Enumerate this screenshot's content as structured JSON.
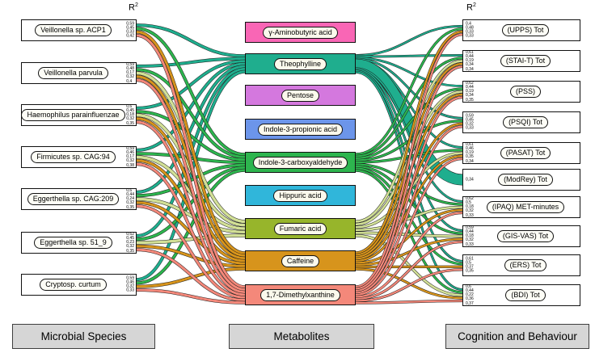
{
  "chart_data": {
    "type": "alluvial",
    "columns": [
      "Microbial Species",
      "Metabolites",
      "Cognition and Behaviour"
    ],
    "value_label": {
      "base": "R",
      "sup": "2"
    },
    "colors": {
      "footer_bg": "#d6d6d6",
      "node_bg": "#ffffff",
      "outline": "#111111"
    },
    "metabolites": [
      {
        "label": "γ-Aminobutyric acid",
        "color": "#f966b5",
        "ribbon": null
      },
      {
        "label": "Theophylline",
        "color": "#1fae8e",
        "ribbon": "#1fae8e"
      },
      {
        "label": "Pentose",
        "color": "#d478de",
        "ribbon": null
      },
      {
        "label": "Indole-3-propionic acid",
        "color": "#6c95ea",
        "ribbon": null
      },
      {
        "label": "Indole-3-carboxyaldehyde",
        "color": "#2db54e",
        "ribbon": "#2db54e"
      },
      {
        "label": "Hippuric acid",
        "color": "#30b6da",
        "ribbon": null
      },
      {
        "label": "Fumaric acid",
        "color": "#97b52b",
        "ribbon": "#d2e096"
      },
      {
        "label": "Caffeine",
        "color": "#d7941c",
        "ribbon": "#d7941c"
      },
      {
        "label": "1,7-Dimethylxanthine",
        "color": "#f4887a",
        "ribbon": "#f4887a"
      }
    ],
    "species": [
      {
        "label": "Veillonella sp. ACP1",
        "links": [
          {
            "m": 1,
            "metabolite": "Theophylline",
            "r2": "0,59"
          },
          {
            "m": 4,
            "metabolite": "Indole-3-carboxyaldehyde",
            "r2": "0,45"
          },
          {
            "m": 7,
            "metabolite": "Caffeine",
            "r2": "0,33"
          },
          {
            "m": 8,
            "metabolite": "1,7-Dimethylxanthine",
            "r2": "0,42"
          }
        ]
      },
      {
        "label": "Veillonella parvula",
        "links": [
          {
            "m": 1,
            "metabolite": "Theophylline",
            "r2": "0,59"
          },
          {
            "m": 4,
            "metabolite": "Indole-3-carboxyaldehyde",
            "r2": "0,48"
          },
          {
            "m": 6,
            "metabolite": "Fumaric acid",
            "r2": "0,17"
          },
          {
            "m": 7,
            "metabolite": "Caffeine",
            "r2": "0,32"
          },
          {
            "m": 8,
            "metabolite": "1,7-Dimethylxanthine",
            "r2": "0,4"
          }
        ]
      },
      {
        "label": "Haemophilus parainfluenzae",
        "links": [
          {
            "m": 1,
            "metabolite": "Theophylline",
            "r2": "0,6"
          },
          {
            "m": 4,
            "metabolite": "Indole-3-carboxyaldehyde",
            "r2": "0,45"
          },
          {
            "m": 6,
            "metabolite": "Fumaric acid",
            "r2": "0,18"
          },
          {
            "m": 7,
            "metabolite": "Caffeine",
            "r2": "0,32"
          },
          {
            "m": 8,
            "metabolite": "1,7-Dimethylxanthine",
            "r2": "0,35"
          }
        ]
      },
      {
        "label": "Firmicutes sp. CAG:94",
        "links": [
          {
            "m": 1,
            "metabolite": "Theophylline",
            "r2": "0,59"
          },
          {
            "m": 4,
            "metabolite": "Indole-3-carboxyaldehyde",
            "r2": "0,46"
          },
          {
            "m": 6,
            "metabolite": "Fumaric acid",
            "r2": "0,17"
          },
          {
            "m": 7,
            "metabolite": "Caffeine",
            "r2": "0,32"
          },
          {
            "m": 8,
            "metabolite": "1,7-Dimethylxanthine",
            "r2": "0,38"
          }
        ]
      },
      {
        "label": "Eggerthella sp. CAG:209",
        "links": [
          {
            "m": 1,
            "metabolite": "Theophylline",
            "r2": "0,6"
          },
          {
            "m": 4,
            "metabolite": "Indole-3-carboxyaldehyde",
            "r2": "0,44"
          },
          {
            "m": 6,
            "metabolite": "Fumaric acid",
            "r2": "0,24"
          },
          {
            "m": 7,
            "metabolite": "Caffeine",
            "r2": "0,32"
          },
          {
            "m": 8,
            "metabolite": "1,7-Dimethylxanthine",
            "r2": "0,35"
          }
        ]
      },
      {
        "label": "Eggerthella sp. 51_9",
        "links": [
          {
            "m": 1,
            "metabolite": "Theophylline",
            "r2": "0,62"
          },
          {
            "m": 4,
            "metabolite": "Indole-3-carboxyaldehyde",
            "r2": "0,45"
          },
          {
            "m": 6,
            "metabolite": "Fumaric acid",
            "r2": "0,23"
          },
          {
            "m": 7,
            "metabolite": "Caffeine",
            "r2": "0,32"
          },
          {
            "m": 8,
            "metabolite": "1,7-Dimethylxanthine",
            "r2": "0,35"
          }
        ]
      },
      {
        "label": "Cryptosp. curtum",
        "links": [
          {
            "m": 1,
            "metabolite": "Theophylline",
            "r2": "0,59"
          },
          {
            "m": 4,
            "metabolite": "Indole-3-carboxyaldehyde",
            "r2": "0,46"
          },
          {
            "m": 7,
            "metabolite": "Caffeine",
            "r2": "0,32"
          },
          {
            "m": 8,
            "metabolite": "1,7-Dimethylxanthine",
            "r2": "0,33"
          }
        ]
      }
    ],
    "outcomes": [
      {
        "label": "(UPPS) Tot",
        "links": [
          {
            "m": 1,
            "metabolite": "Theophylline",
            "r2": "0,4"
          },
          {
            "m": 4,
            "metabolite": "Indole-3-carboxyaldehyde",
            "r2": "0,48"
          },
          {
            "m": 7,
            "metabolite": "Caffeine",
            "r2": "0,33"
          },
          {
            "m": 8,
            "metabolite": "1,7-Dimethylxanthine",
            "r2": "0,33"
          }
        ]
      },
      {
        "label": "(STAI-T) Tot",
        "links": [
          {
            "m": 1,
            "metabolite": "Theophylline",
            "r2": "0,61"
          },
          {
            "m": 4,
            "metabolite": "Indole-3-carboxyaldehyde",
            "r2": "0,44"
          },
          {
            "m": 6,
            "metabolite": "Fumaric acid",
            "r2": "0,19"
          },
          {
            "m": 7,
            "metabolite": "Caffeine",
            "r2": "0,34"
          },
          {
            "m": 8,
            "metabolite": "1,7-Dimethylxanthine",
            "r2": "0,34"
          }
        ]
      },
      {
        "label": "(PSS)",
        "links": [
          {
            "m": 1,
            "metabolite": "Theophylline",
            "r2": "0,62"
          },
          {
            "m": 4,
            "metabolite": "Indole-3-carboxyaldehyde",
            "r2": "0,44"
          },
          {
            "m": 6,
            "metabolite": "Fumaric acid",
            "r2": "0,19"
          },
          {
            "m": 7,
            "metabolite": "Caffeine",
            "r2": "0,34"
          },
          {
            "m": 8,
            "metabolite": "1,7-Dimethylxanthine",
            "r2": "0,35"
          }
        ]
      },
      {
        "label": "(PSQI) Tot",
        "links": [
          {
            "m": 1,
            "metabolite": "Theophylline",
            "r2": "0,59"
          },
          {
            "m": 4,
            "metabolite": "Indole-3-carboxyaldehyde",
            "r2": "0,45"
          },
          {
            "m": 7,
            "metabolite": "Caffeine",
            "r2": "0,32"
          },
          {
            "m": 8,
            "metabolite": "1,7-Dimethylxanthine",
            "r2": "0,33"
          }
        ]
      },
      {
        "label": "(PASAT) Tot",
        "links": [
          {
            "m": 1,
            "metabolite": "Theophylline",
            "r2": "0,61"
          },
          {
            "m": 4,
            "metabolite": "Indole-3-carboxyaldehyde",
            "r2": "0,46"
          },
          {
            "m": 6,
            "metabolite": "Fumaric acid",
            "r2": "0,19"
          },
          {
            "m": 7,
            "metabolite": "Caffeine",
            "r2": "0,35"
          },
          {
            "m": 8,
            "metabolite": "1,7-Dimethylxanthine",
            "r2": "0,34"
          }
        ]
      },
      {
        "label": "(ModRey) Tot",
        "links": [
          {
            "m": 1,
            "metabolite": "Theophylline",
            "r2": "0,34",
            "big": true
          }
        ]
      },
      {
        "label": "(IPAQ) MET-minutes",
        "links": [
          {
            "m": 1,
            "metabolite": "Theophylline",
            "r2": "0,62"
          },
          {
            "m": 4,
            "metabolite": "Indole-3-carboxyaldehyde",
            "r2": "0,5"
          },
          {
            "m": 6,
            "metabolite": "Fumaric acid",
            "r2": "0,18"
          },
          {
            "m": 7,
            "metabolite": "Caffeine",
            "r2": "0,32"
          },
          {
            "m": 8,
            "metabolite": "1,7-Dimethylxanthine",
            "r2": "0,33"
          }
        ]
      },
      {
        "label": "(GIS-VAS) Tot",
        "links": [
          {
            "m": 1,
            "metabolite": "Theophylline",
            "r2": "0,59"
          },
          {
            "m": 4,
            "metabolite": "Indole-3-carboxyaldehyde",
            "r2": "0,44"
          },
          {
            "m": 6,
            "metabolite": "Fumaric acid",
            "r2": "0,18"
          },
          {
            "m": 7,
            "metabolite": "Caffeine",
            "r2": "0,32"
          },
          {
            "m": 8,
            "metabolite": "1,7-Dimethylxanthine",
            "r2": "0,33"
          }
        ]
      },
      {
        "label": "(ERS) Tot",
        "links": [
          {
            "m": 1,
            "metabolite": "Theophylline",
            "r2": "0,61"
          },
          {
            "m": 4,
            "metabolite": "Indole-3-carboxyaldehyde",
            "r2": "0,5"
          },
          {
            "m": 7,
            "metabolite": "Caffeine",
            "r2": "0,37"
          },
          {
            "m": 8,
            "metabolite": "1,7-Dimethylxanthine",
            "r2": "0,35"
          }
        ]
      },
      {
        "label": "(BDI) Tot",
        "links": [
          {
            "m": 1,
            "metabolite": "Theophylline",
            "r2": "0,6"
          },
          {
            "m": 4,
            "metabolite": "Indole-3-carboxyaldehyde",
            "r2": "0,44"
          },
          {
            "m": 6,
            "metabolite": "Fumaric acid",
            "r2": "0,22"
          },
          {
            "m": 7,
            "metabolite": "Caffeine",
            "r2": "0,36"
          },
          {
            "m": 8,
            "metabolite": "1,7-Dimethylxanthine",
            "r2": "0,37"
          }
        ]
      }
    ]
  }
}
